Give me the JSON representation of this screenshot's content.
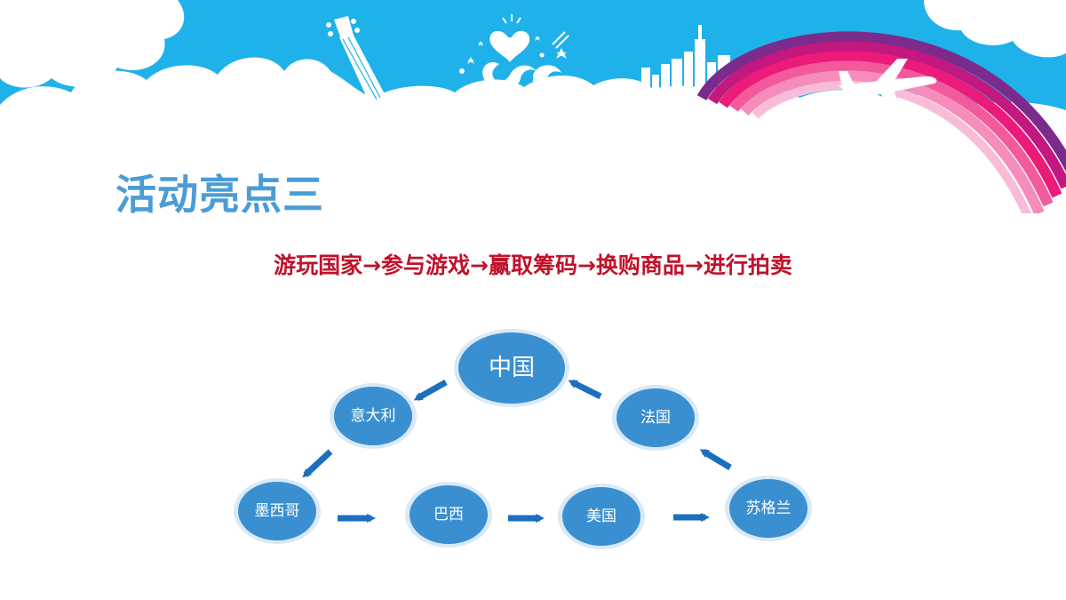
{
  "slide": {
    "title": "活动亮点三",
    "flow_text": "游玩国家→参与游戏→赢取筹码→换购商品→进行拍卖"
  },
  "colors": {
    "title": "#4a9cd6",
    "flow_text": "#c0122b",
    "sky": "#1fb1ea",
    "node_fill": "#3a8fd0",
    "node_ring": "#d9e9f6",
    "arrow": "#1b6fbf"
  },
  "diagram": {
    "nodes": [
      {
        "id": "china",
        "label": "中国"
      },
      {
        "id": "italy",
        "label": "意大利"
      },
      {
        "id": "france",
        "label": "法国"
      },
      {
        "id": "mexico",
        "label": "墨西哥"
      },
      {
        "id": "brazil",
        "label": "巴西"
      },
      {
        "id": "usa",
        "label": "美国"
      },
      {
        "id": "scotland",
        "label": "苏格兰"
      }
    ],
    "edges": [
      {
        "from": "scotland",
        "to": "france"
      },
      {
        "from": "france",
        "to": "china"
      },
      {
        "from": "china",
        "to": "italy"
      },
      {
        "from": "italy",
        "to": "mexico"
      },
      {
        "from": "mexico",
        "to": "brazil"
      },
      {
        "from": "brazil",
        "to": "usa"
      },
      {
        "from": "usa",
        "to": "scotland"
      }
    ]
  },
  "decorations": {
    "icons": [
      "guitar-icon",
      "heart-swirl-icon",
      "city-skyline-icon",
      "airplane-icon",
      "rainbow-icon"
    ]
  }
}
